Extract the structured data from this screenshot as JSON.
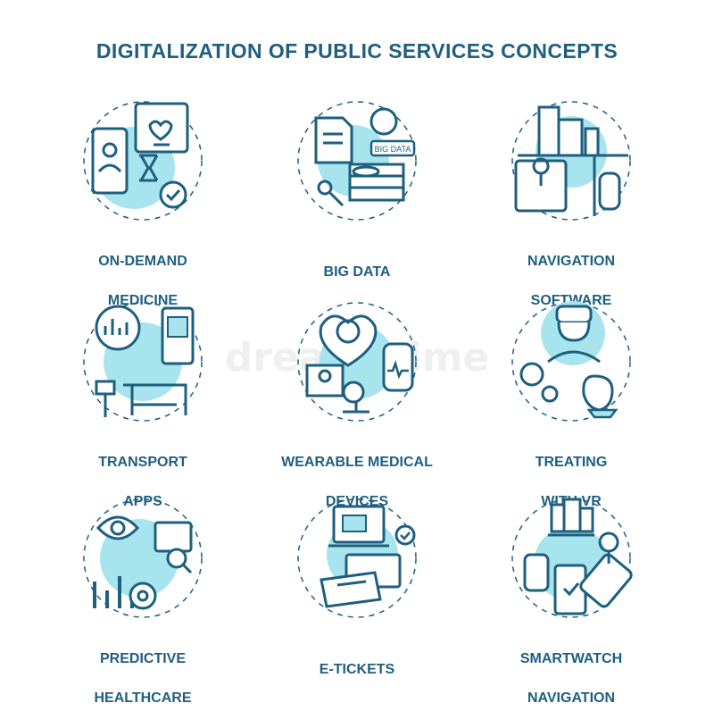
{
  "title": "DIGITALIZATION OF PUBLIC SERVICES CONCEPTS",
  "watermark": "dreamstime",
  "colors": {
    "outline": "#1e5f7f",
    "accent": "#a8e4ee",
    "text": "#1e5f7f"
  },
  "concepts": [
    {
      "line1": "ON-DEMAND",
      "line2": "MEDICINE",
      "icon": "mobile-doctor-icon"
    },
    {
      "line1": "BIG DATA",
      "line2": "",
      "icon": "big-data-icon",
      "badge": "BIG DATA"
    },
    {
      "line1": "NAVIGATION",
      "line2": "SOFTWARE",
      "icon": "city-map-icon"
    },
    {
      "line1": "TRANSPORT",
      "line2": "APPS",
      "icon": "bus-stop-icon"
    },
    {
      "line1": "WEARABLE MEDICAL",
      "line2": "DEVICES",
      "icon": "smartwatch-heart-icon"
    },
    {
      "line1": "TREATING",
      "line2": "WITH VR",
      "icon": "vr-headset-icon"
    },
    {
      "line1": "PREDICTIVE",
      "line2": "HEALTHCARE",
      "icon": "eye-analytics-icon"
    },
    {
      "line1": "E-TICKETS",
      "line2": "",
      "icon": "ticket-laptop-icon"
    },
    {
      "line1": "SMARTWATCH",
      "line2": "NAVIGATION",
      "icon": "watch-location-icon"
    }
  ]
}
